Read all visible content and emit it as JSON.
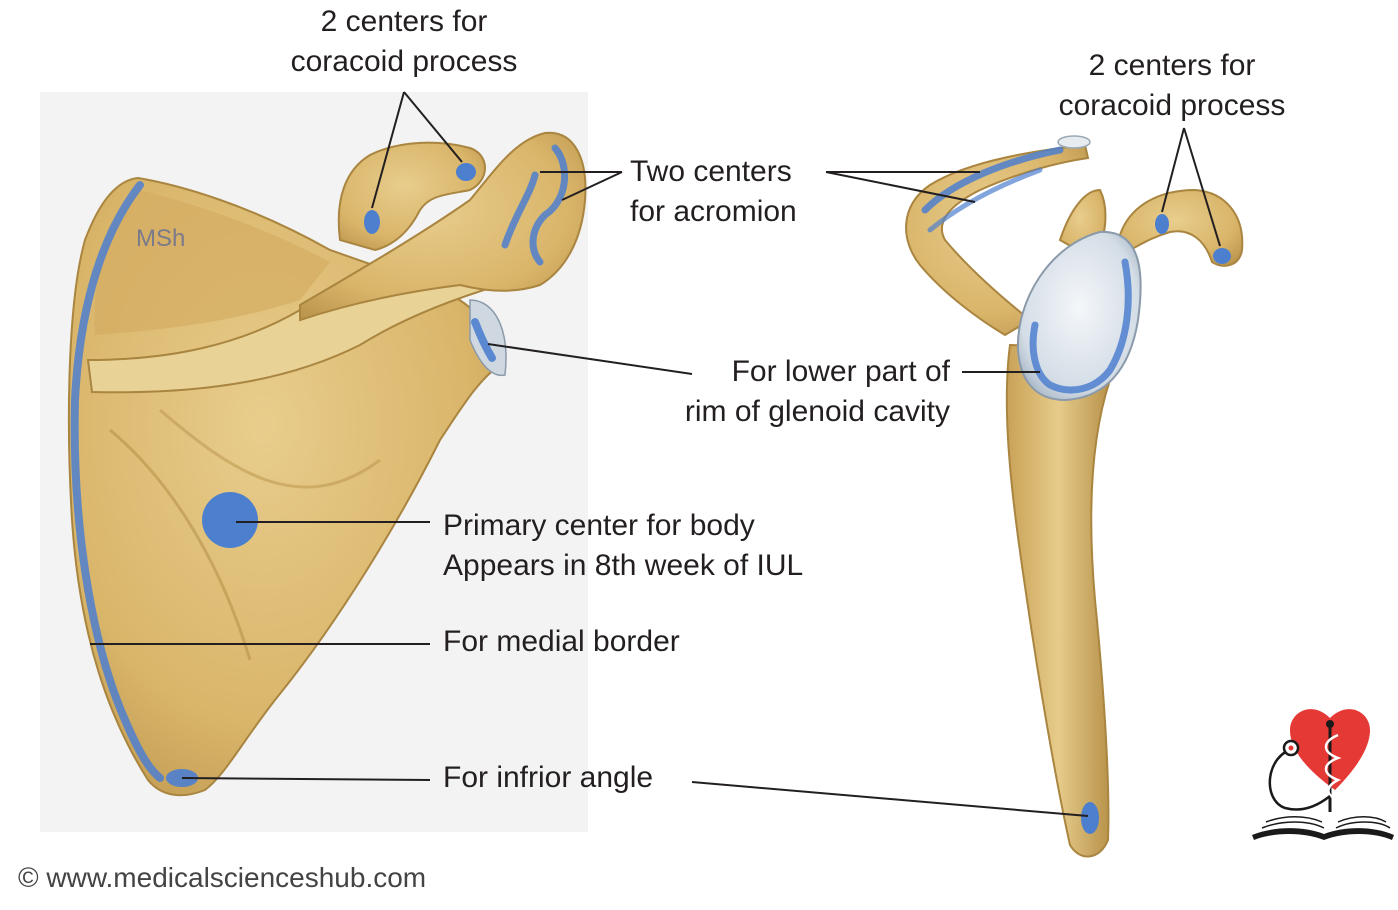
{
  "labels": {
    "left_coracoid_line1": "2 centers for",
    "left_coracoid_line2": "coracoid process",
    "right_coracoid_line1": "2 centers for",
    "right_coracoid_line2": "coracoid process",
    "acromion_line1": "Two centers",
    "acromion_line2": "for acromion",
    "glenoid_line1": "For lower part of",
    "glenoid_line2": "rim of glenoid cavity",
    "primary_line1": "Primary center for body",
    "primary_line2": "Appears in 8th week of IUL",
    "medial_border": "For medial border",
    "inferior_angle": "For infrior angle"
  },
  "watermark_initials": "MSh",
  "copyright": "© www.medicalscienceshub.com",
  "colors": {
    "bone": "#dfc079",
    "bone_shadow": "#b8954a",
    "ossification_center": "#4d7fcf",
    "glenoid": "#dfe6ec",
    "leader_line": "#231f20",
    "logo_heart": "#e53935"
  },
  "icons": [
    "medical-logo-icon"
  ]
}
